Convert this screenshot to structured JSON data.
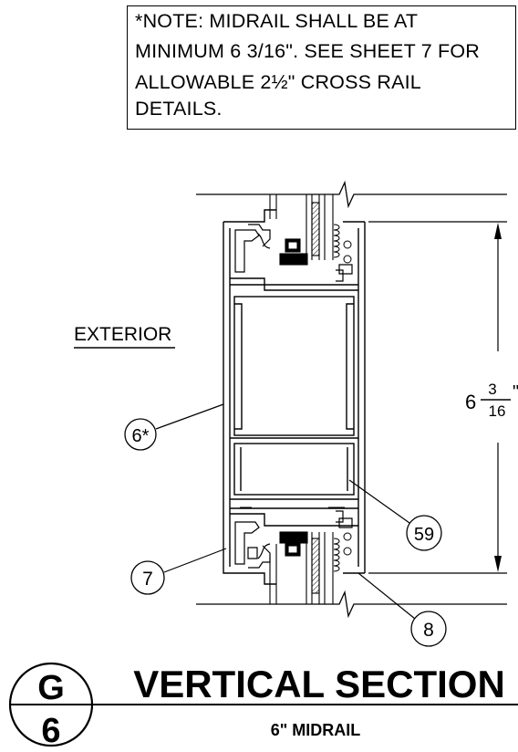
{
  "note": {
    "lines": [
      "*NOTE: MIDRAIL SHALL BE AT",
      "MINIMUM 6 3/16\". SEE SHEET 7 FOR",
      "ALLOWABLE 2½\" CROSS RAIL",
      "DETAILS."
    ]
  },
  "exterior_label": "EXTERIOR",
  "dimension": {
    "whole": "6",
    "numerator": "3",
    "denominator": "16",
    "unit_mark": "\""
  },
  "callouts": {
    "c6": "6*",
    "c7": "7",
    "c59": "59",
    "c8": "8"
  },
  "detail_marker": {
    "top": "G",
    "bottom": "6"
  },
  "title": "VERTICAL SECTION",
  "subtitle": "6\" MIDRAIL"
}
